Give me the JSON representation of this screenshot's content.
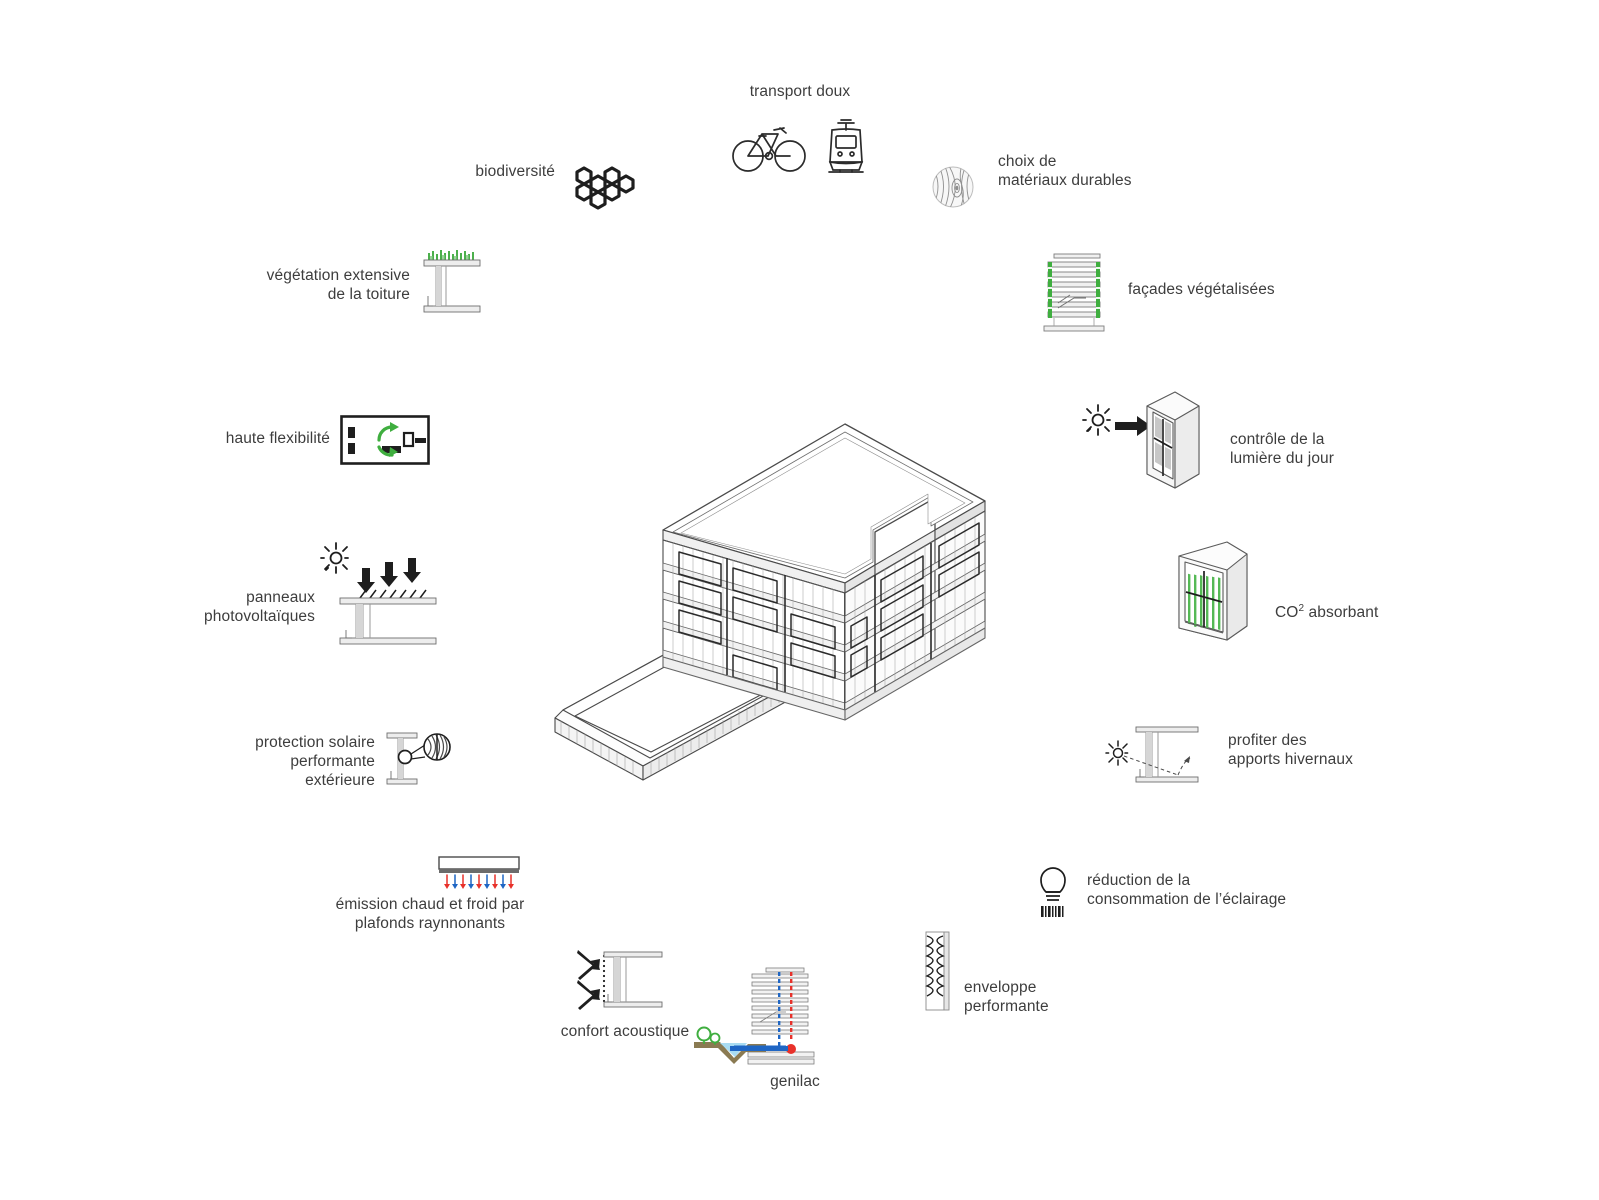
{
  "page": {
    "title": "Schéma de durabilité du bâtiment",
    "background": "#ffffff",
    "text_color": "#3d3d3d",
    "accent_green": "#39b54a",
    "accent_red": "#e8312a",
    "accent_blue": "#1f66c4",
    "line_color": "#2b2b2b"
  },
  "annotations": [
    {
      "id": "transport",
      "label": "transport doux",
      "icon": "bicycle-tram-icon",
      "align": "center"
    },
    {
      "id": "biodiversite",
      "label": "biodiversité",
      "icon": "honeycomb-icon",
      "align": "right"
    },
    {
      "id": "materiaux",
      "label": "choix de\nmatériaux durables",
      "icon": "wood-grain-swatch-icon",
      "align": "left"
    },
    {
      "id": "toiture",
      "label": "végétation extensive\nde la toiture",
      "icon": "green-roof-section-icon",
      "align": "right"
    },
    {
      "id": "facades",
      "label": "façades végétalisées",
      "icon": "green-facade-section-icon",
      "align": "left"
    },
    {
      "id": "flexibilite",
      "label": "haute flexibilité",
      "icon": "flexible-plan-icon",
      "align": "right"
    },
    {
      "id": "lumiere",
      "label": "contrôle de la\nlumière du jour",
      "icon": "daylight-window-icon",
      "align": "left"
    },
    {
      "id": "photovoltaique",
      "label": "panneaux\nphotovoltaïques",
      "icon": "pv-roof-sun-icon",
      "align": "right"
    },
    {
      "id": "co2",
      "label": "CO² absorbant",
      "icon": "planted-window-icon",
      "align": "left"
    },
    {
      "id": "protection",
      "label": "protection solaire\nperformante\nextérieure",
      "icon": "exterior-blind-icon",
      "align": "right"
    },
    {
      "id": "hivernaux",
      "label": "profiter des\napports hivernaux",
      "icon": "winter-gain-icon",
      "align": "left"
    },
    {
      "id": "plafonds",
      "label": "émission chaud et froid par\nplafonds raynnonants",
      "icon": "radiant-ceiling-icon",
      "align": "center"
    },
    {
      "id": "eclairage",
      "label": "réduction de la\nconsommation de l’éclairage",
      "icon": "lightbulb-icon",
      "align": "left"
    },
    {
      "id": "acoustique",
      "label": "confort acoustique",
      "icon": "acoustic-wall-icon",
      "align": "center"
    },
    {
      "id": "genilac",
      "label": "genilac",
      "icon": "lake-loop-icon",
      "align": "center"
    },
    {
      "id": "enveloppe",
      "label": "enveloppe\nperformante",
      "icon": "insulation-wall-icon",
      "align": "left"
    }
  ],
  "co2_label": {
    "prefix": "CO",
    "superscript": "2",
    "suffix": " absorbant"
  },
  "building": {
    "name": "axonometric-building",
    "floors": 4,
    "description": "immeuble axonométrique"
  }
}
